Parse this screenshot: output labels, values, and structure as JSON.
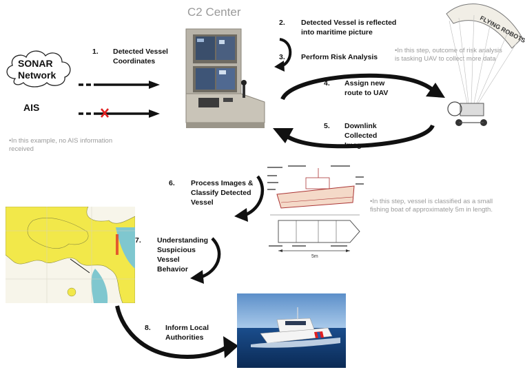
{
  "title": "C2 Center",
  "sources": {
    "sonar": "SONAR Network",
    "ais": "AIS"
  },
  "steps": [
    {
      "num": "1.",
      "text": "Detected Vessel Coordinates"
    },
    {
      "num": "2.",
      "text": "Detected Vessel is reflected into maritime picture"
    },
    {
      "num": "3.",
      "text": "Perform Risk Analysis"
    },
    {
      "num": "4.",
      "text": "Assign new route to UAV"
    },
    {
      "num": "5.",
      "text": "Downlink Collected Images"
    },
    {
      "num": "6.",
      "text": "Process Images & Classify Detected Vessel"
    },
    {
      "num": "7.",
      "text": "Understanding Suspicious Vessel Behavior"
    },
    {
      "num": "8.",
      "text": "Inform Local Authorities"
    }
  ],
  "notes": {
    "ais": "•In this example, no AIS information received",
    "risk": "•In this step, outcome of risk analysis is tasking UAV to collect more data",
    "classify": "•In this step, vessel is classified as a small fishing boat of approximately 5m in length."
  },
  "drawing_label": "5m",
  "uav_logo": "FLYING ROBOTS",
  "colors": {
    "accent_red": "#e02020",
    "note_gray": "#9a9a9a",
    "map_yellow": "#f2e84a",
    "map_blue": "#7fc7cf",
    "sea_blue": "#1a4d8c"
  }
}
